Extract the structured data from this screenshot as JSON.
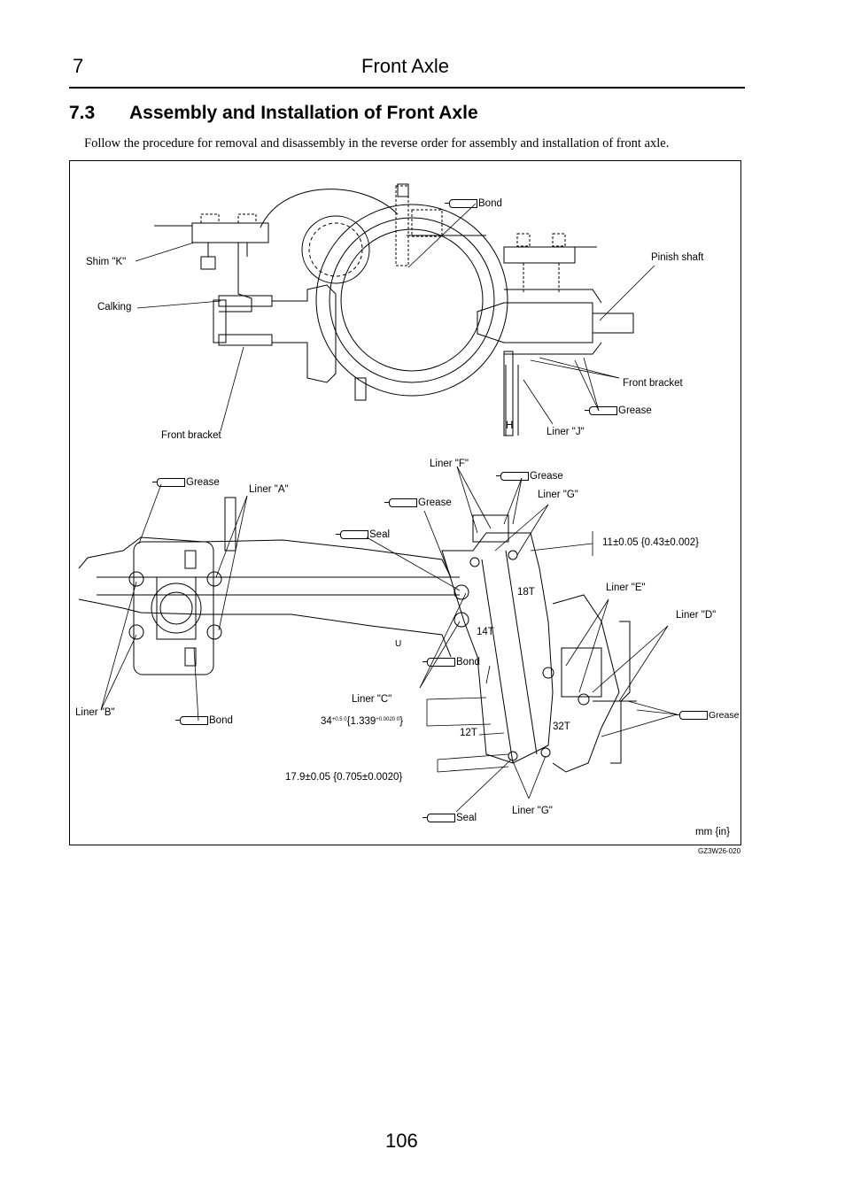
{
  "header": {
    "chapter_number": "7",
    "chapter_title": "Front Axle"
  },
  "section": {
    "number": "7.3",
    "title": "Assembly and Installation of Front Axle"
  },
  "intro_text": "Follow the procedure for removal and disassembly in the reverse order for assembly and installation of front axle.",
  "figure": {
    "labels": {
      "bond_top": "Bond",
      "shim_k": "Shim \"K\"",
      "calking": "Calking",
      "pinish_shaft": "Pinish shaft",
      "front_bracket_right": "Front bracket",
      "grease_top": "Grease",
      "front_bracket_left": "Front bracket",
      "h": "H",
      "liner_j": "Liner \"J\"",
      "liner_f": "Liner \"F\"",
      "grease_f": "Grease",
      "grease_left": "Grease",
      "liner_a": "Liner \"A\"",
      "grease_mid": "Grease",
      "liner_g_top": "Liner \"G\"",
      "seal_mid": "Seal",
      "dim_11": "11±0.05 {0.43±0.002}",
      "liner_e": "Liner \"E\"",
      "t18": "18T",
      "liner_d": "Liner \"D\"",
      "t14": "14T",
      "u": "U",
      "bond_mid": "Bond",
      "liner_c": "Liner \"C\"",
      "liner_b": "Liner \"B\"",
      "bond_bottom": "Bond",
      "dim_34": "34",
      "dim_34_tol": "+0.5 0",
      "dim_34_in": "{1.339",
      "dim_34_in_tol": "+0.0020 0",
      "dim_34_close": "}",
      "grease_right": "Grease",
      "t32": "32T",
      "t12": "12T",
      "dim_17": "17.9±0.05 {0.705±0.0020}",
      "liner_g_bottom": "Liner \"G\"",
      "seal_bottom": "Seal",
      "units": "mm {in}"
    },
    "code": "GZ3W26-020"
  },
  "page_number": "106"
}
